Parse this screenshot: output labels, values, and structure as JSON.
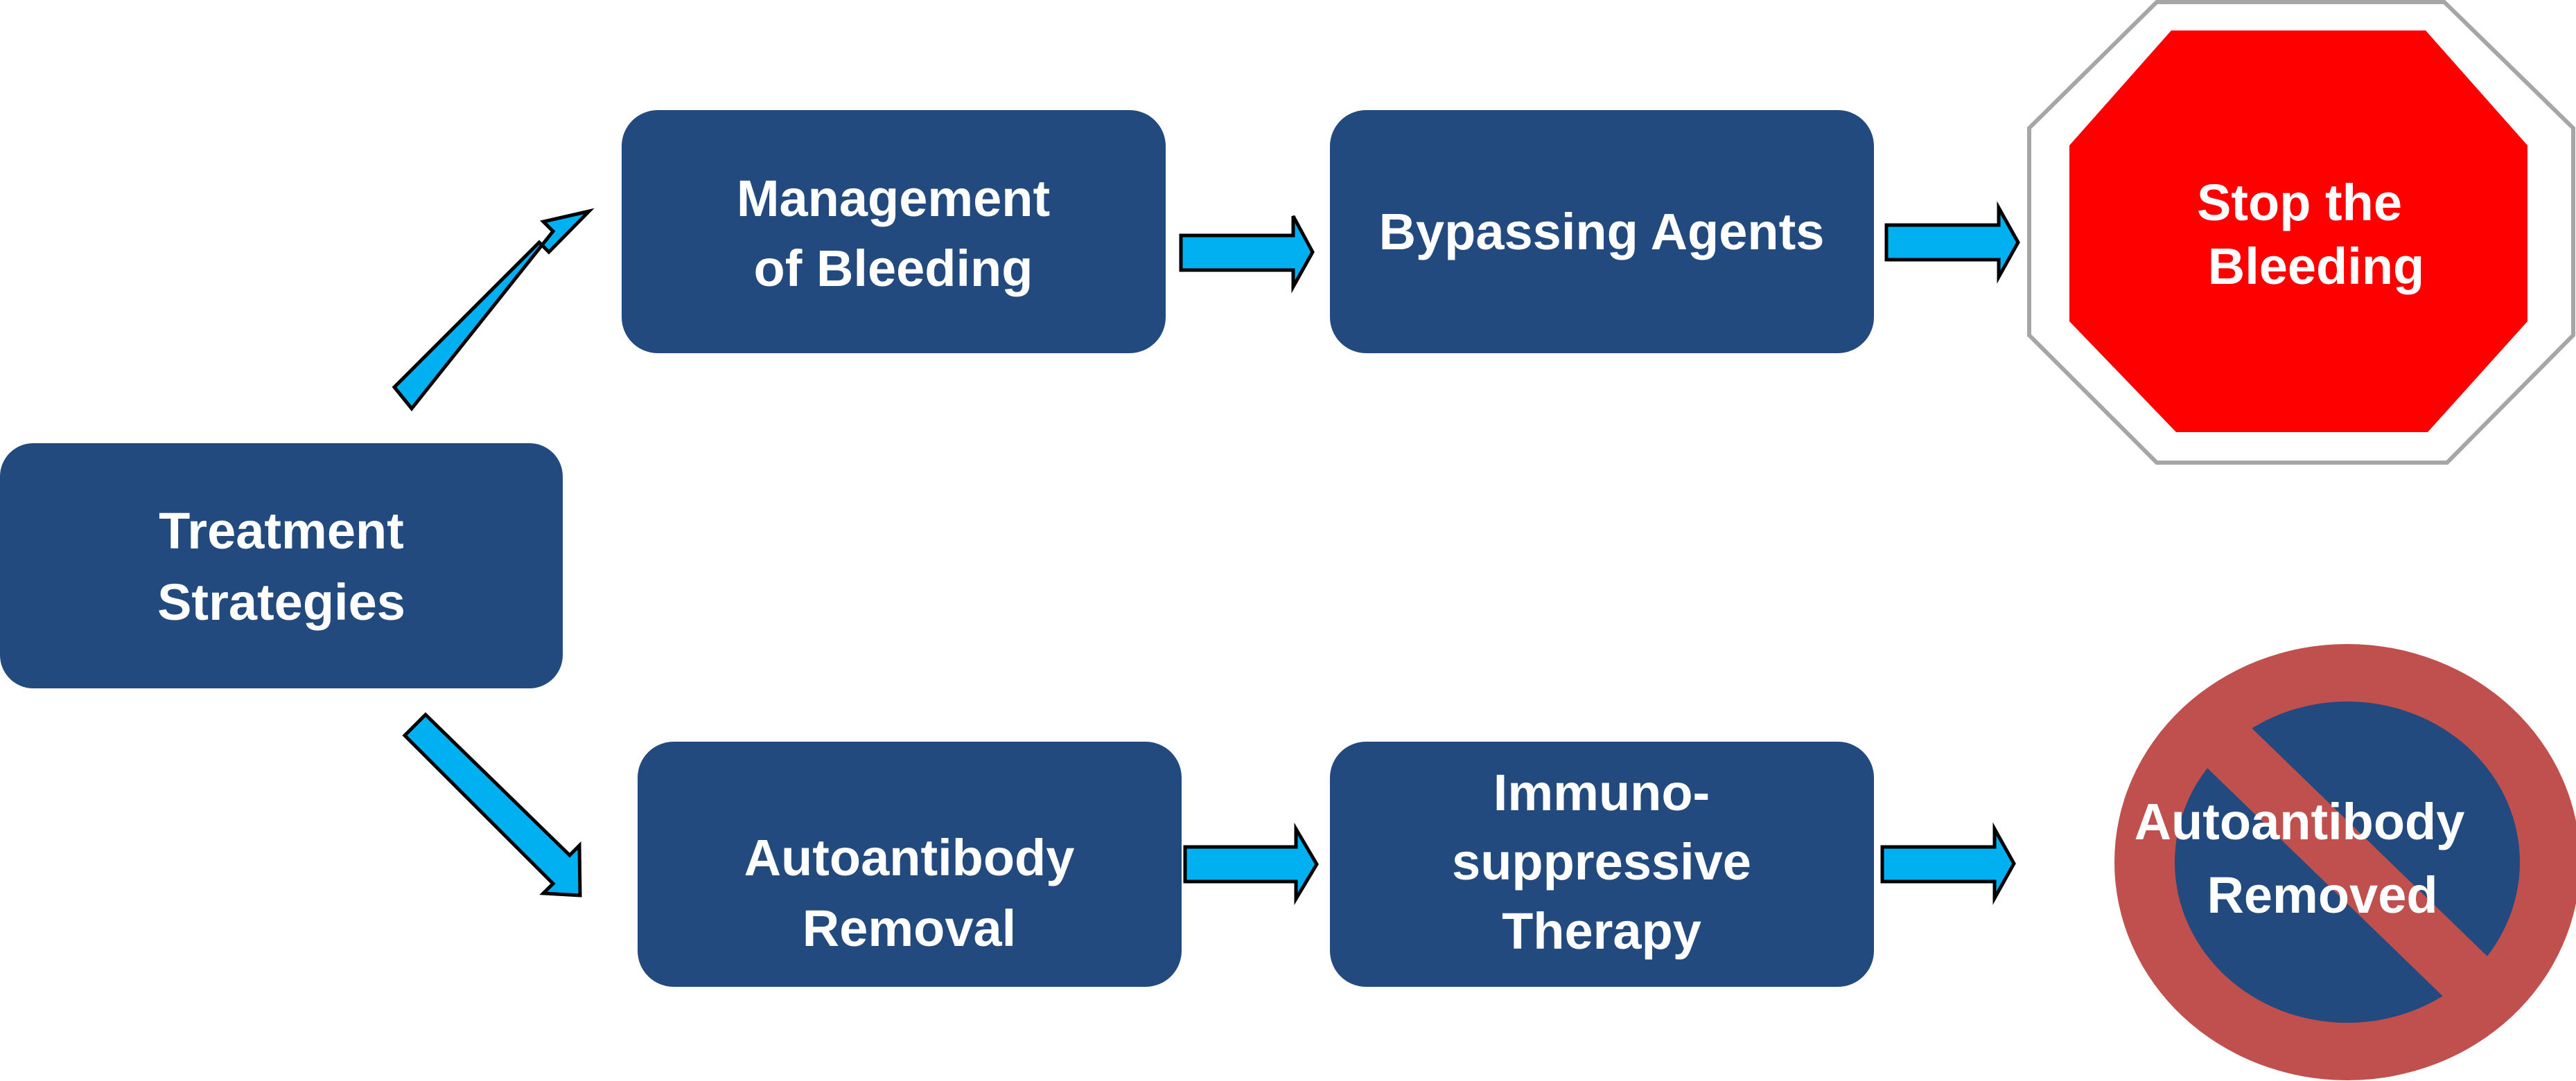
{
  "diagram": {
    "colors": {
      "box_fill": "#224a7e",
      "box_text": "#ffffff",
      "arrow_fill": "#00b0f0",
      "arrow_outline": "#000000",
      "stop_sign_fill": "#ff0000",
      "stop_sign_border": "#a6a6a6",
      "prohibition_ring": "#c0504d",
      "prohibition_inner": "#224a7e"
    },
    "nodes": {
      "treatment_strategies": {
        "line1": "Treatment",
        "line2": "Strategies"
      },
      "management_of_bleeding": {
        "line1": "Management",
        "line2": "of Bleeding"
      },
      "bypassing_agents": {
        "line1": "Bypassing Agents"
      },
      "stop_the_bleeding": {
        "line1": "Stop the",
        "line2": "Bleeding"
      },
      "autoantibody_removal": {
        "line1": "Autoantibody",
        "line2": "Removal"
      },
      "immunosuppressive_therapy": {
        "line1": "Immuno-",
        "line2": "suppressive",
        "line3": "Therapy"
      },
      "autoantibody_removed": {
        "line1": "Autoantibody",
        "line2": "Removed"
      }
    },
    "edges": [
      {
        "from": "Treatment Strategies",
        "to": "Management of Bleeding"
      },
      {
        "from": "Management of Bleeding",
        "to": "Bypassing Agents"
      },
      {
        "from": "Bypassing Agents",
        "to": "Stop the Bleeding"
      },
      {
        "from": "Treatment Strategies",
        "to": "Autoantibody Removal"
      },
      {
        "from": "Autoantibody Removal",
        "to": "Immunosuppressive Therapy"
      },
      {
        "from": "Immunosuppressive Therapy",
        "to": "Autoantibody Removed"
      }
    ]
  }
}
